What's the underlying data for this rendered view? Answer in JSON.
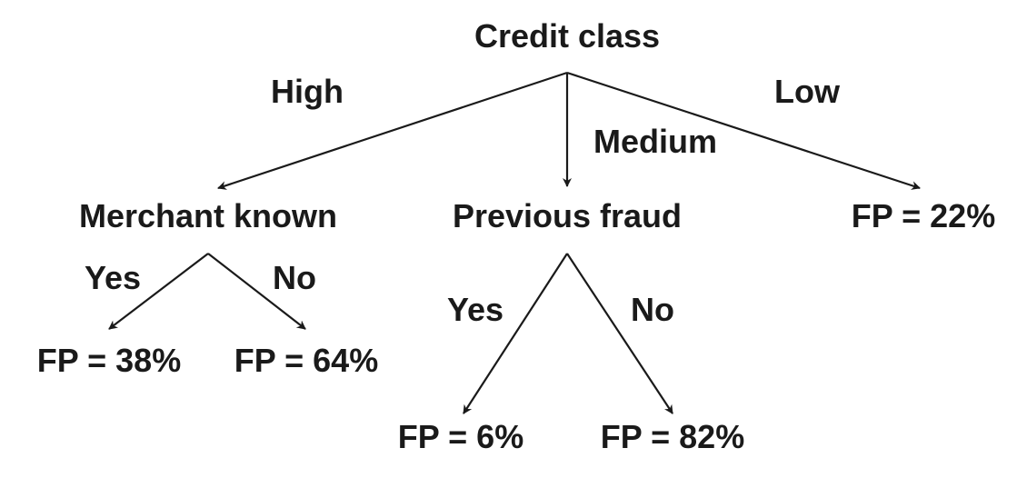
{
  "tree": {
    "root": {
      "label": "Credit class"
    },
    "branches": {
      "high": "High",
      "medium": "Medium",
      "low": "Low"
    },
    "merchant_known": {
      "label": "Merchant known",
      "yes": "Yes",
      "no": "No",
      "leaf_yes": "FP = 38%",
      "leaf_no": "FP = 64%"
    },
    "previous_fraud": {
      "label": "Previous fraud",
      "yes": "Yes",
      "no": "No",
      "leaf_yes": "FP = 6%",
      "leaf_no": "FP = 82%"
    },
    "low_leaf": "FP = 22%"
  },
  "colors": {
    "ink": "#1a1a1a",
    "background": "#ffffff"
  }
}
